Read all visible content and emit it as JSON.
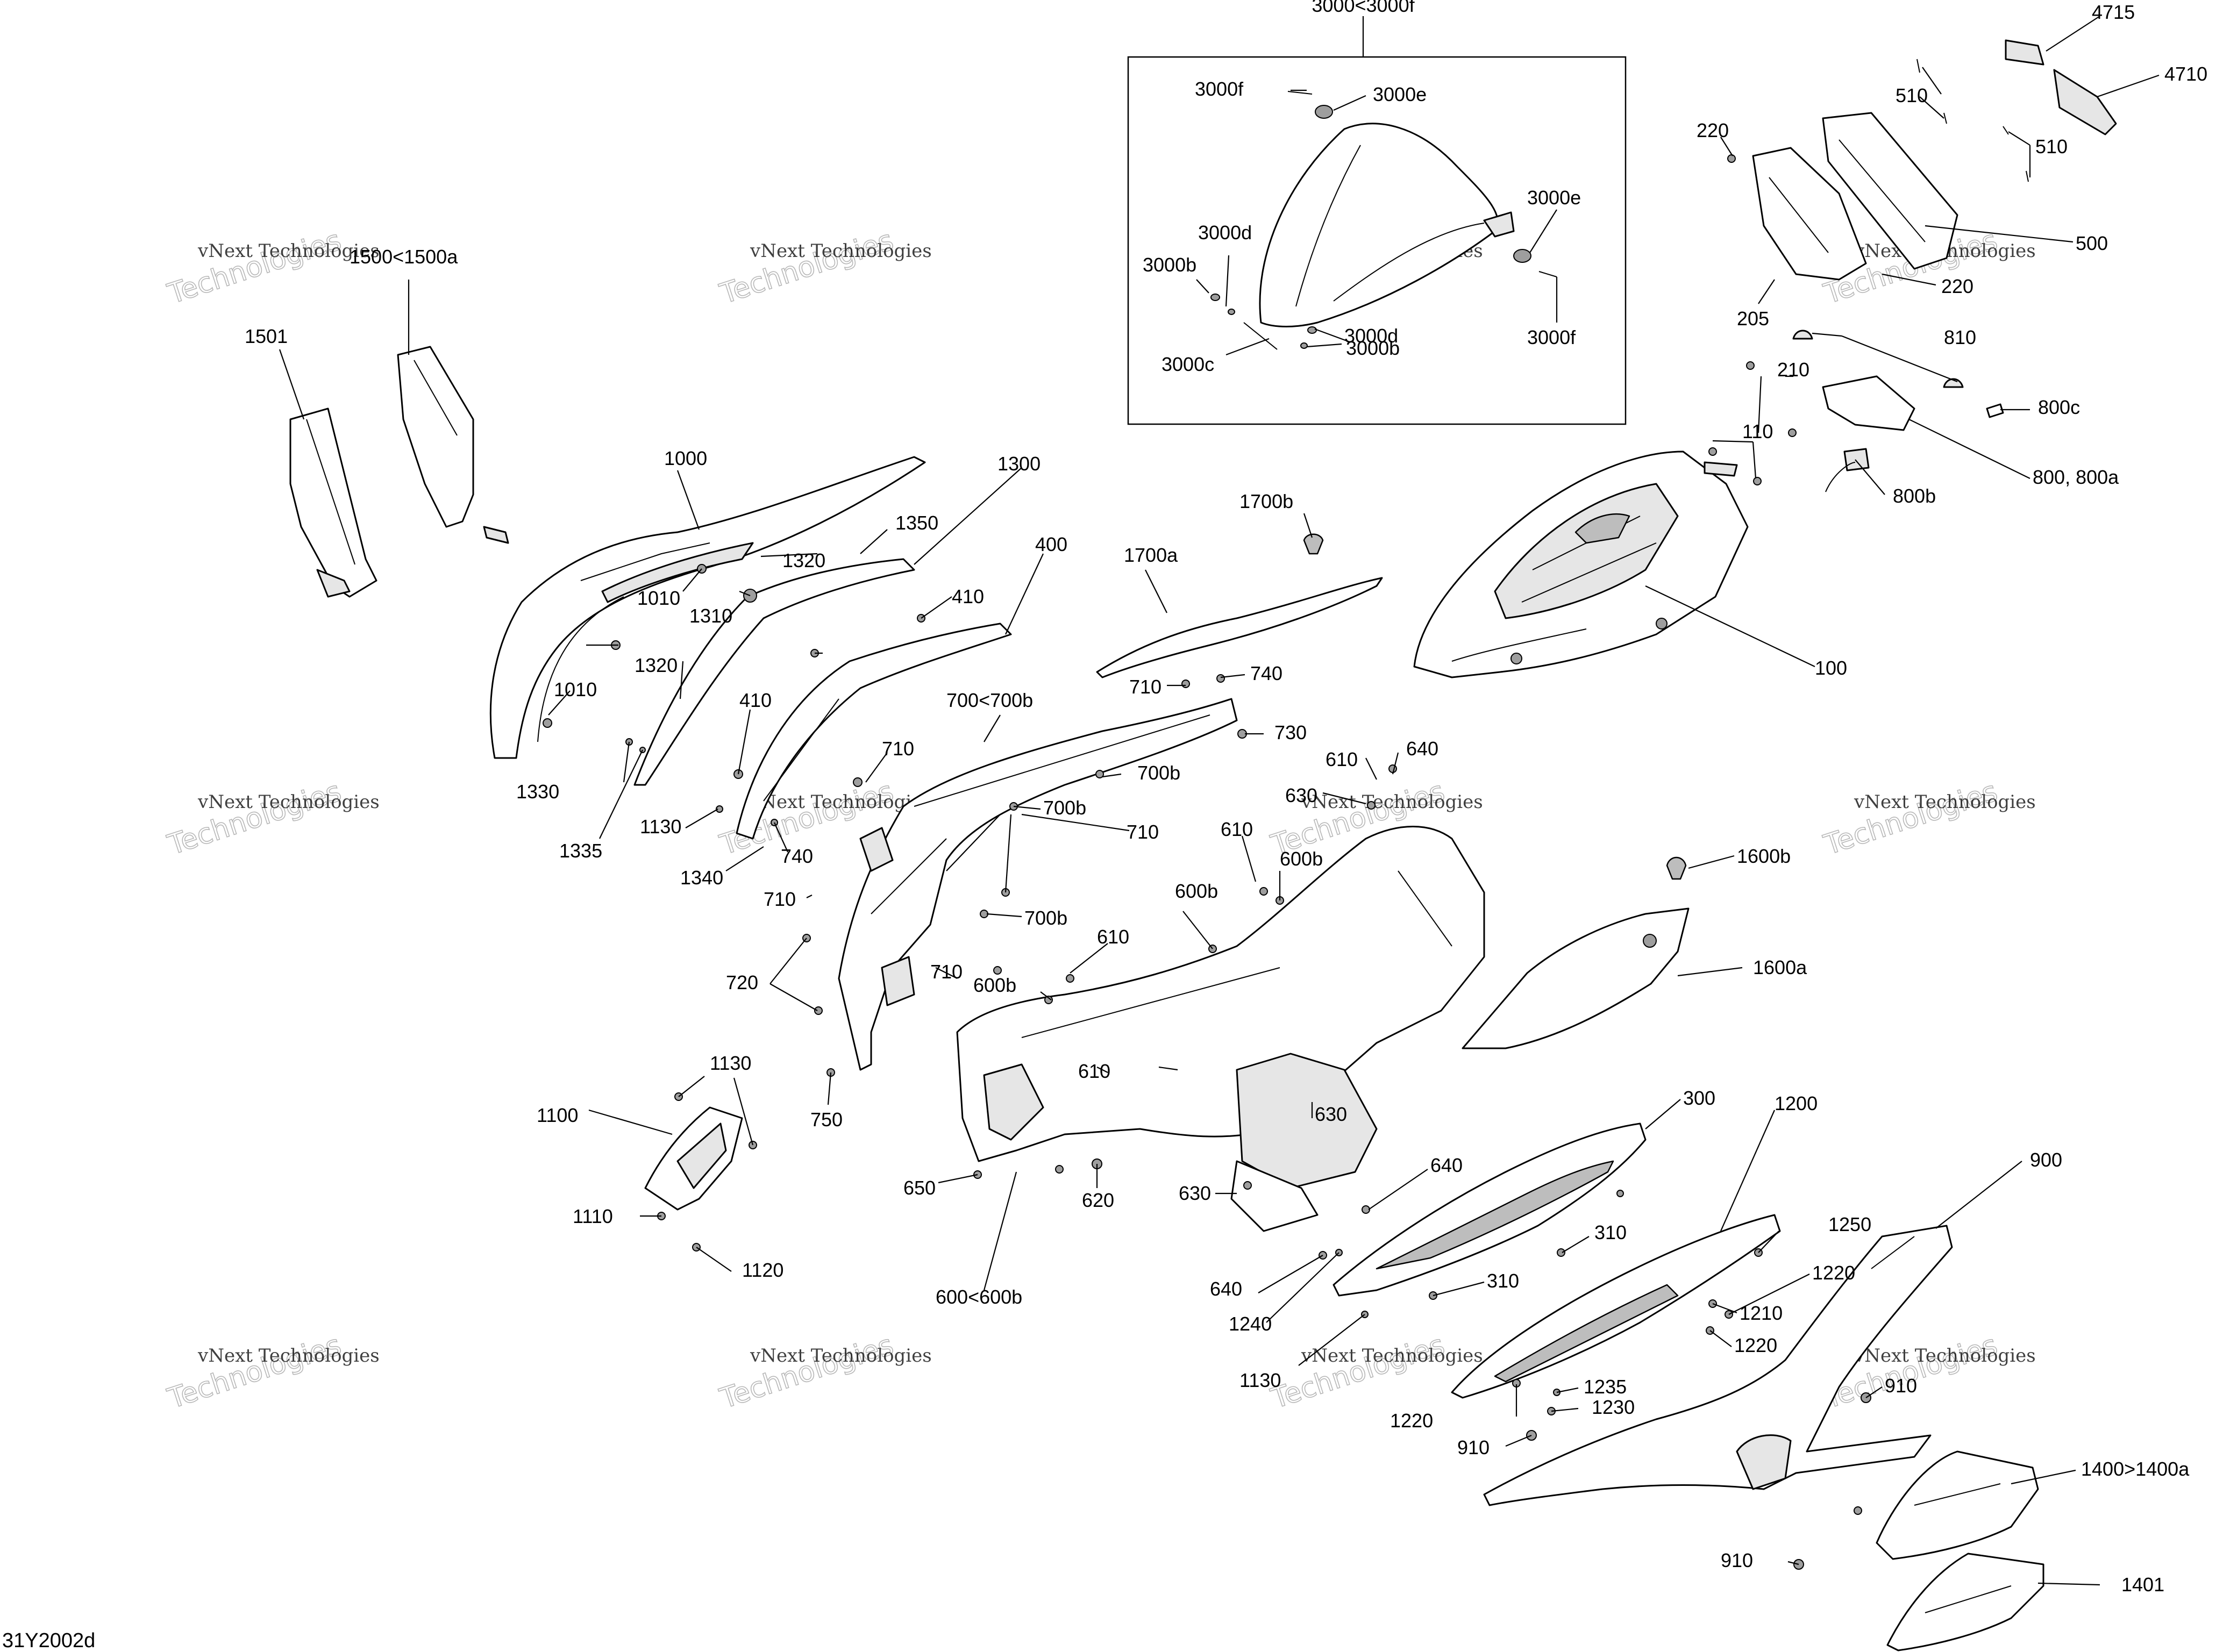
{
  "diagram_ref": "31Y2002d",
  "watermark": {
    "line1": "vNext Technologies",
    "line2": "Technologies"
  },
  "callouts": {
    "c3000": "3000<3000f",
    "c3000f_top": "3000f",
    "c3000e_top": "3000e",
    "c3000e_right": "3000e",
    "c3000d_left": "3000d",
    "c3000b_left": "3000b",
    "c3000c": "3000c",
    "c3000d_bottom": "3000d",
    "c3000b_bottom": "3000b",
    "c3000f_right": "3000f",
    "c4715": "4715",
    "c4710": "4710",
    "c510_top": "510",
    "c510_mid": "510",
    "c220_top": "220",
    "c500": "500",
    "c220_mid": "220",
    "c205": "205",
    "c210": "210",
    "c810": "810",
    "c800c": "800c",
    "c110": "110",
    "c800": "800, 800a",
    "c800b": "800b",
    "c100": "100",
    "c1500": "1500<1500a",
    "c1501": "1501",
    "c1000": "1000",
    "c1300": "1300",
    "c1350": "1350",
    "c1320_top": "1320",
    "c1310": "1310",
    "c1010_top": "1010",
    "c400": "400",
    "c410_top": "410",
    "c1700b": "1700b",
    "c1700a": "1700a",
    "c710_top": "710",
    "c740_top": "740",
    "c1320_mid": "1320",
    "c1010_mid": "1010",
    "c410_mid": "410",
    "c700": "700<700b",
    "c730": "730",
    "c1330": "1330",
    "c1335": "1335",
    "c710_a": "710",
    "c700b_a": "700b",
    "c610_a": "610",
    "c640_a": "640",
    "c630_a": "630",
    "c1130_a": "1130",
    "c700b_b": "700b",
    "c710_b": "710",
    "c740_b": "740",
    "c1340": "1340",
    "c610_b": "610",
    "c600b_a": "600b",
    "c1600b": "1600b",
    "c710_c": "710",
    "c600b_b": "600b",
    "c700b_c": "700b",
    "c610_c": "610",
    "c1600a": "1600a",
    "c710_d": "710",
    "c720": "720",
    "c600b_c": "600b",
    "c1130_b": "1130",
    "c610_d": "610",
    "c1100": "1100",
    "c750": "750",
    "c630_b": "630",
    "c300": "300",
    "c1200": "1200",
    "c900": "900",
    "c640_b": "640",
    "c650": "650",
    "c620": "620",
    "c630_c": "630",
    "c1110": "1110",
    "c1250": "1250",
    "c310_a": "310",
    "c1120": "1120",
    "c1220_a": "1220",
    "c640_c": "640",
    "c310_b": "310",
    "c600": "600<600b",
    "c1240": "1240",
    "c1210": "1210",
    "c1220_b": "1220",
    "c1130_c": "1130",
    "c1235": "1235",
    "c910_a": "910",
    "c1230": "1230",
    "c1220_c": "1220",
    "c910_b": "910",
    "c1400": "1400>1400a",
    "c910_c": "910",
    "c1401": "1401"
  }
}
